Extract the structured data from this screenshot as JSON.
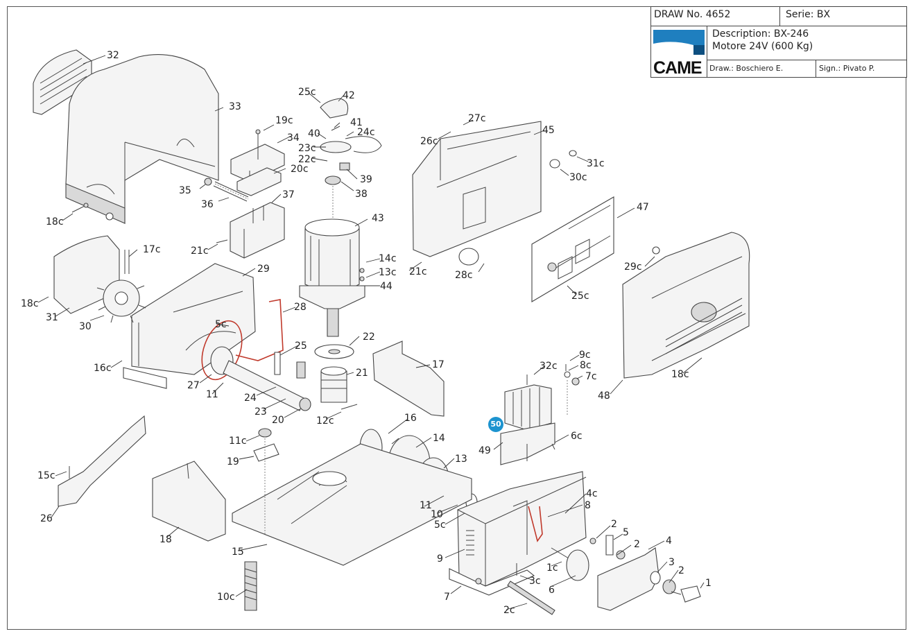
{
  "title_block": {
    "draw_no": "DRAW No. 4652",
    "serie": "Serie: BX",
    "description_line1": "Description: BX-246",
    "description_line2": "Motore 24V (600 Kg)",
    "brand": "CAME",
    "draw_by": "Draw.: Boschiero E.",
    "sign": "Sign.: Pivato P.",
    "logo_color": "#1f7fbf"
  },
  "highlight_badge": {
    "label": "50",
    "color": "#1c93cf"
  },
  "labels": {
    "n32": "32",
    "n33": "33",
    "n18c_a": "18c",
    "n19c": "19c",
    "n34": "34",
    "n20c": "20c",
    "n35": "35",
    "n36": "36",
    "n37": "37",
    "n21c_a": "21c",
    "n25c_a": "25c",
    "n42": "42",
    "n41": "41",
    "n40": "40",
    "n24c": "24c",
    "n23c": "23c",
    "n22c": "22c",
    "n39": "39",
    "n38": "38",
    "n43": "43",
    "n14c": "14c",
    "n13c": "13c",
    "n44": "44",
    "n27c": "27c",
    "n26c": "26c",
    "n45": "45",
    "n31c": "31c",
    "n30c": "30c",
    "n21c_b": "21c",
    "n28c": "28c",
    "n47": "47",
    "n25c_b": "25c",
    "n29c": "29c",
    "n17c": "17c",
    "n18c_b": "18c",
    "n31": "31",
    "n30": "30",
    "n29": "29",
    "n28": "28",
    "n5c_a": "5c",
    "n25": "25",
    "n22": "22",
    "n16c": "16c",
    "n27": "27",
    "n11_a": "11",
    "n24": "24",
    "n23": "23",
    "n20": "20",
    "n21": "21",
    "n12c": "12c",
    "n17": "17",
    "n32c": "32c",
    "n9c": "9c",
    "n8c": "8c",
    "n7c": "7c",
    "n18c_c": "18c",
    "n48": "48",
    "n6c": "6c",
    "n49": "49",
    "n16": "16",
    "n14": "14",
    "n13": "13",
    "n11c": "11c",
    "n19": "19",
    "n15c": "15c",
    "n26": "26",
    "n18": "18",
    "n15": "15",
    "n11_b": "11",
    "n10": "10",
    "n5c_b": "5c",
    "n4c": "4c",
    "n8": "8",
    "n2_a": "2",
    "n5": "5",
    "n2_b": "2",
    "n4": "4",
    "n3": "3",
    "n2_c": "2",
    "n1": "1",
    "n9": "9",
    "n1c": "1c",
    "n3c": "3c",
    "n6": "6",
    "n7": "7",
    "n10c": "10c",
    "n2c": "2c"
  }
}
